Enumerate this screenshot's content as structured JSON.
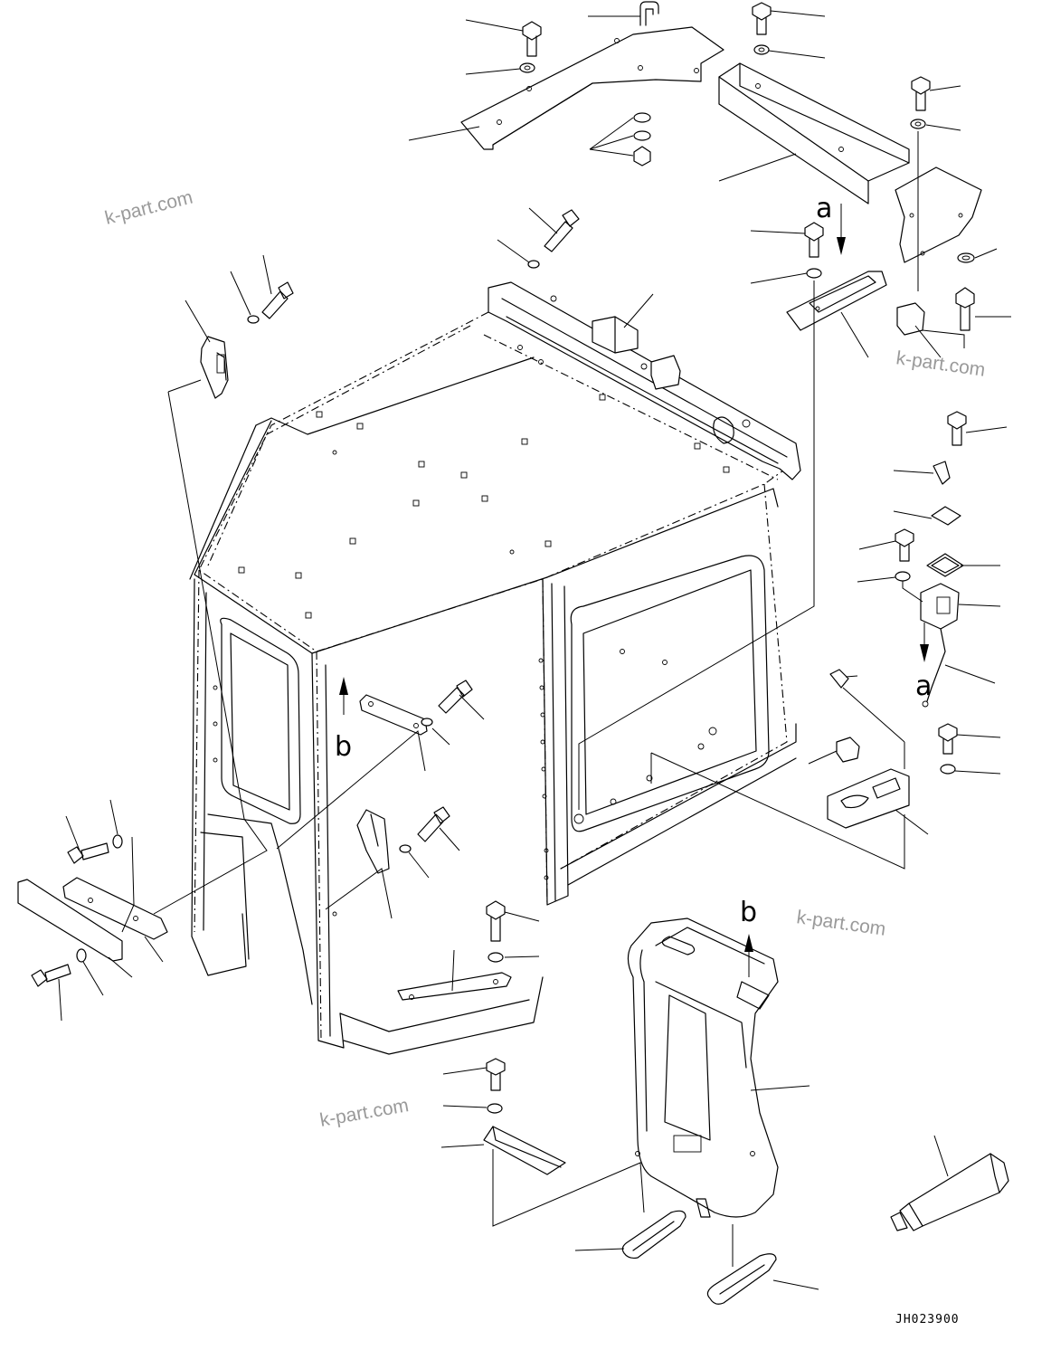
{
  "diagram": {
    "view_labels": {
      "a": "a",
      "b": "b"
    },
    "drawing_code": "JH023900",
    "watermark": "k-part.com"
  }
}
